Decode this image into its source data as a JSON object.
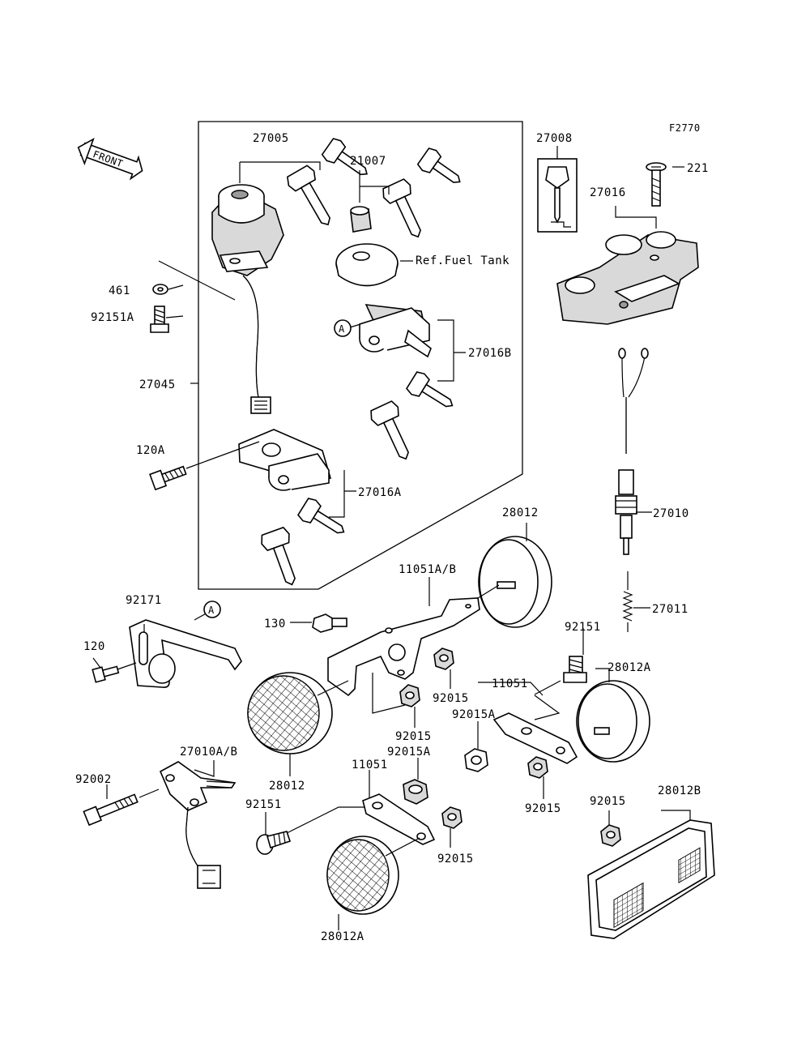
{
  "figure_code": "F2770",
  "front_arrow": "FRONT",
  "ref_circle": "A",
  "labels": {
    "p27005": "27005",
    "p21007": "21007",
    "p27008": "27008",
    "p221": "221",
    "p27016": "27016",
    "p461": "461",
    "p92151A": "92151A",
    "ref_fuel_tank": "Ref.Fuel Tank",
    "p27016B": "27016B",
    "p27045": "27045",
    "p120A": "120A",
    "p27016A": "27016A",
    "p27010": "27010",
    "p28012_top": "28012",
    "p11051AB": "11051A/B",
    "p27011": "27011",
    "p92171": "92171",
    "p130": "130",
    "p92151_right": "92151",
    "p28012A_right": "28012A",
    "p120": "120",
    "p11051_right": "11051",
    "p92015_a": "92015",
    "p92015A_right": "92015A",
    "p92015_b": "92015",
    "p27010AB": "27010A/B",
    "p92015A_mid": "92015A",
    "p11051_mid": "11051",
    "p92002": "92002",
    "p28012_left": "28012",
    "p92015_c": "92015",
    "p92015_d": "92015",
    "p28012B": "28012B",
    "p92151_left": "92151",
    "p92015_e": "92015",
    "p28012A_bottom": "28012A"
  }
}
